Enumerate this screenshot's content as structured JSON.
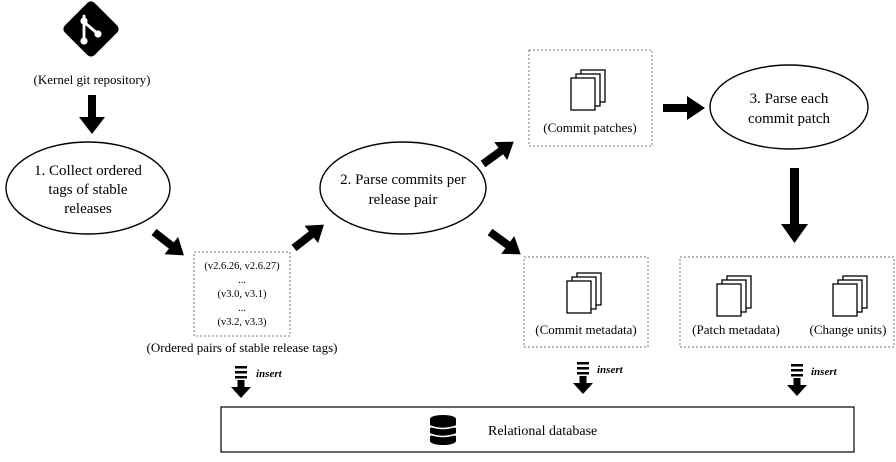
{
  "repository": {
    "caption": "(Kernel git repository)",
    "icon": "git-logo-icon"
  },
  "steps": {
    "collect": {
      "line1": "1. Collect ordered",
      "line2": "tags of stable",
      "line3": "releases"
    },
    "parse_commits": {
      "line1": "2. Parse commits per",
      "line2": "release pair"
    },
    "parse_patch": {
      "line1": "3. Parse each",
      "line2": "commit patch"
    }
  },
  "tag_pairs": {
    "items": [
      "(v2.6.26, v2.6.27)",
      "...",
      "(v3.0, v3.1)",
      "...",
      "(v3.2, v3.3)"
    ],
    "caption": "(Ordered pairs of stable  release tags)"
  },
  "artifacts": {
    "commit_patches": "(Commit patches)",
    "commit_metadata": "(Commit metadata)",
    "patch_metadata": "(Patch metadata)",
    "change_units": "(Change units)"
  },
  "insert_label": "insert",
  "database": {
    "label": "Relational database",
    "icon": "database-icon"
  }
}
